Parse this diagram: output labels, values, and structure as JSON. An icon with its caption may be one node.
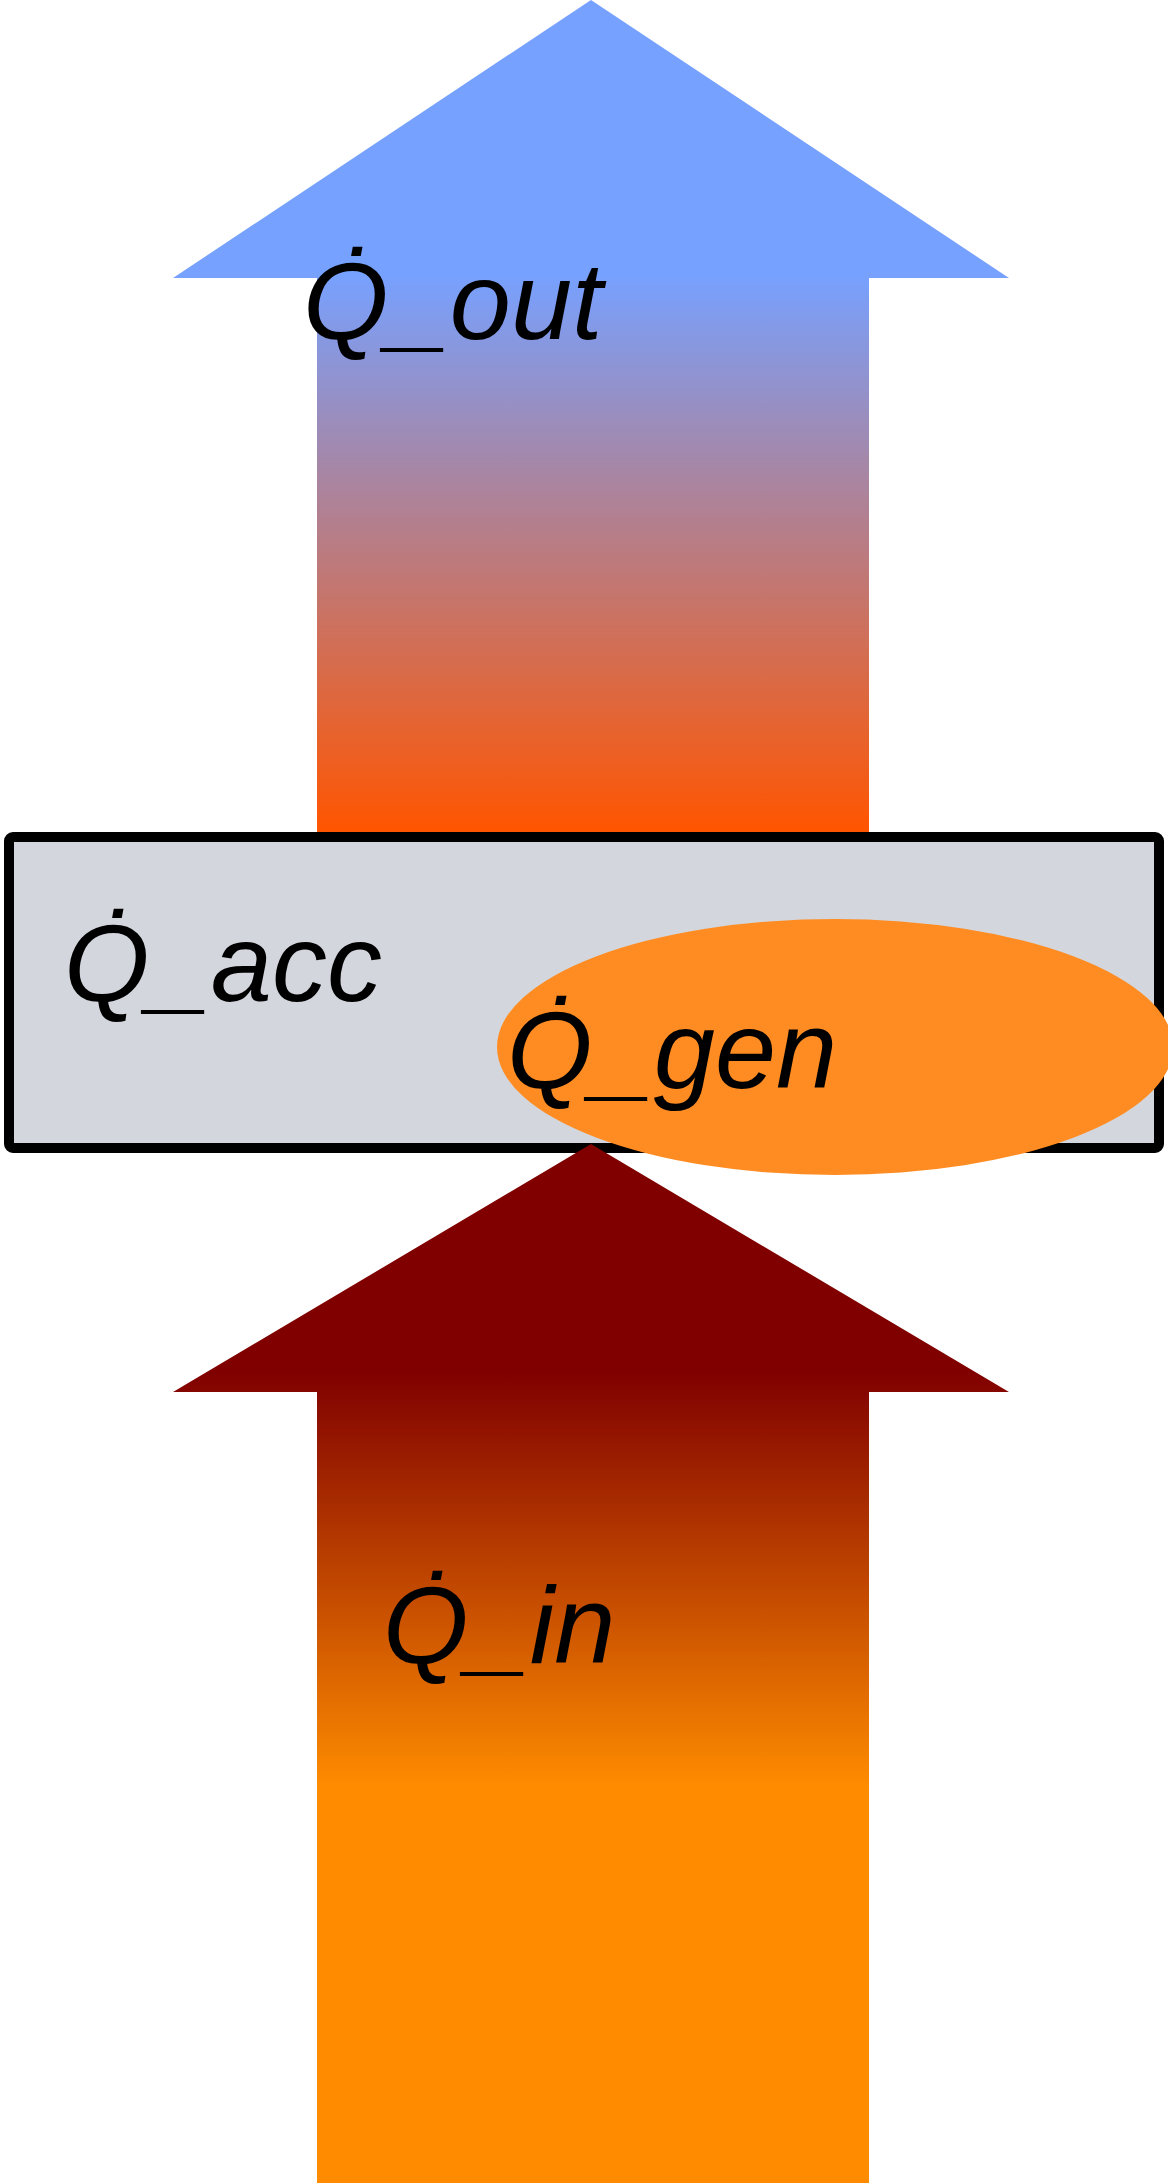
{
  "diagram": {
    "nodes": [
      {
        "text": [
          "Q̇_out"
        ]
      },
      {
        "text": [
          "Q̇_acc"
        ]
      },
      {
        "text": [
          "Q̇_gen"
        ],
        "in": 1
      },
      {
        "text": [
          "Q̇_in"
        ]
      }
    ]
  }
}
